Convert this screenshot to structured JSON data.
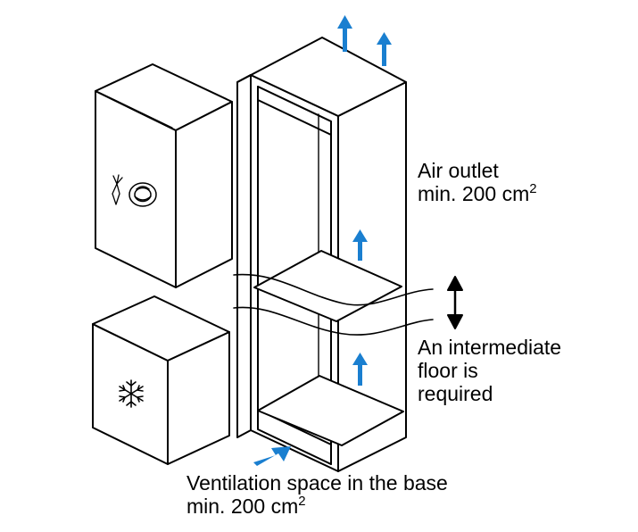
{
  "colors": {
    "line": "#000000",
    "fill": "#ffffff",
    "arrow": "#1a7fd0"
  },
  "icons": {
    "fridge_door": "vegetable-icon",
    "freezer_door": "snowflake-icon"
  },
  "labels": {
    "air_outlet_line1": "Air outlet",
    "air_outlet_line2": "min. 200 cm",
    "air_outlet_sup": "2",
    "floor_line1": "An intermediate",
    "floor_line2": "floor is",
    "floor_line3": "required",
    "vent_line1": "Ventilation space in the base",
    "vent_line2": "min. 200 cm",
    "vent_sup": "2"
  }
}
